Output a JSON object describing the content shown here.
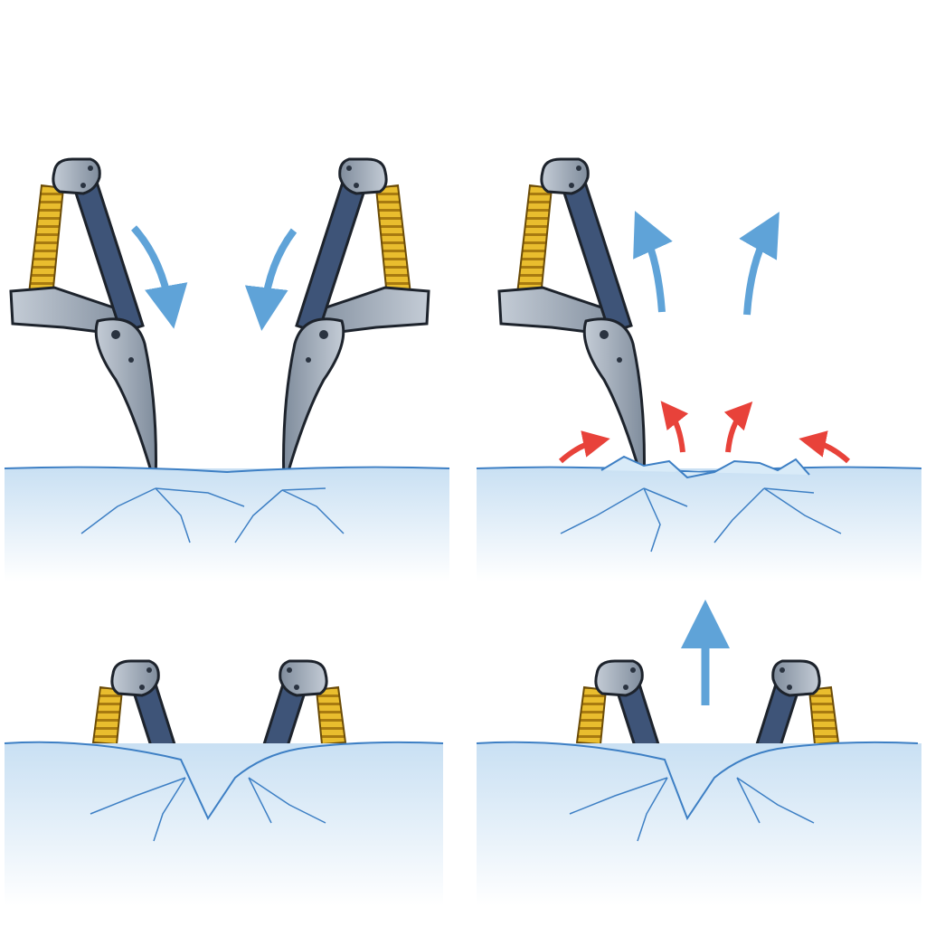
{
  "colors": {
    "background": "#ffffff",
    "ice_top": "#cfe4f4",
    "ice_bottom": "#ffffff",
    "ice_crack": "#3d7fc4",
    "claw_arm": "#3e5478",
    "claw_metal": "#9aa6b4",
    "spring": "#e0b228",
    "arrow_blue": "#5fa3d8",
    "arrow_red": "#e8423a"
  },
  "panels": [
    {
      "id": "grip",
      "arrows": [
        "arrow-down-right",
        "arrow-down-left"
      ]
    },
    {
      "id": "release",
      "arrows": [
        "arrow-up-left",
        "arrow-up-right",
        "red-arrow-in"
      ]
    },
    {
      "id": "embedded",
      "arrows": []
    },
    {
      "id": "lift",
      "arrows": [
        "arrow-up"
      ]
    }
  ]
}
